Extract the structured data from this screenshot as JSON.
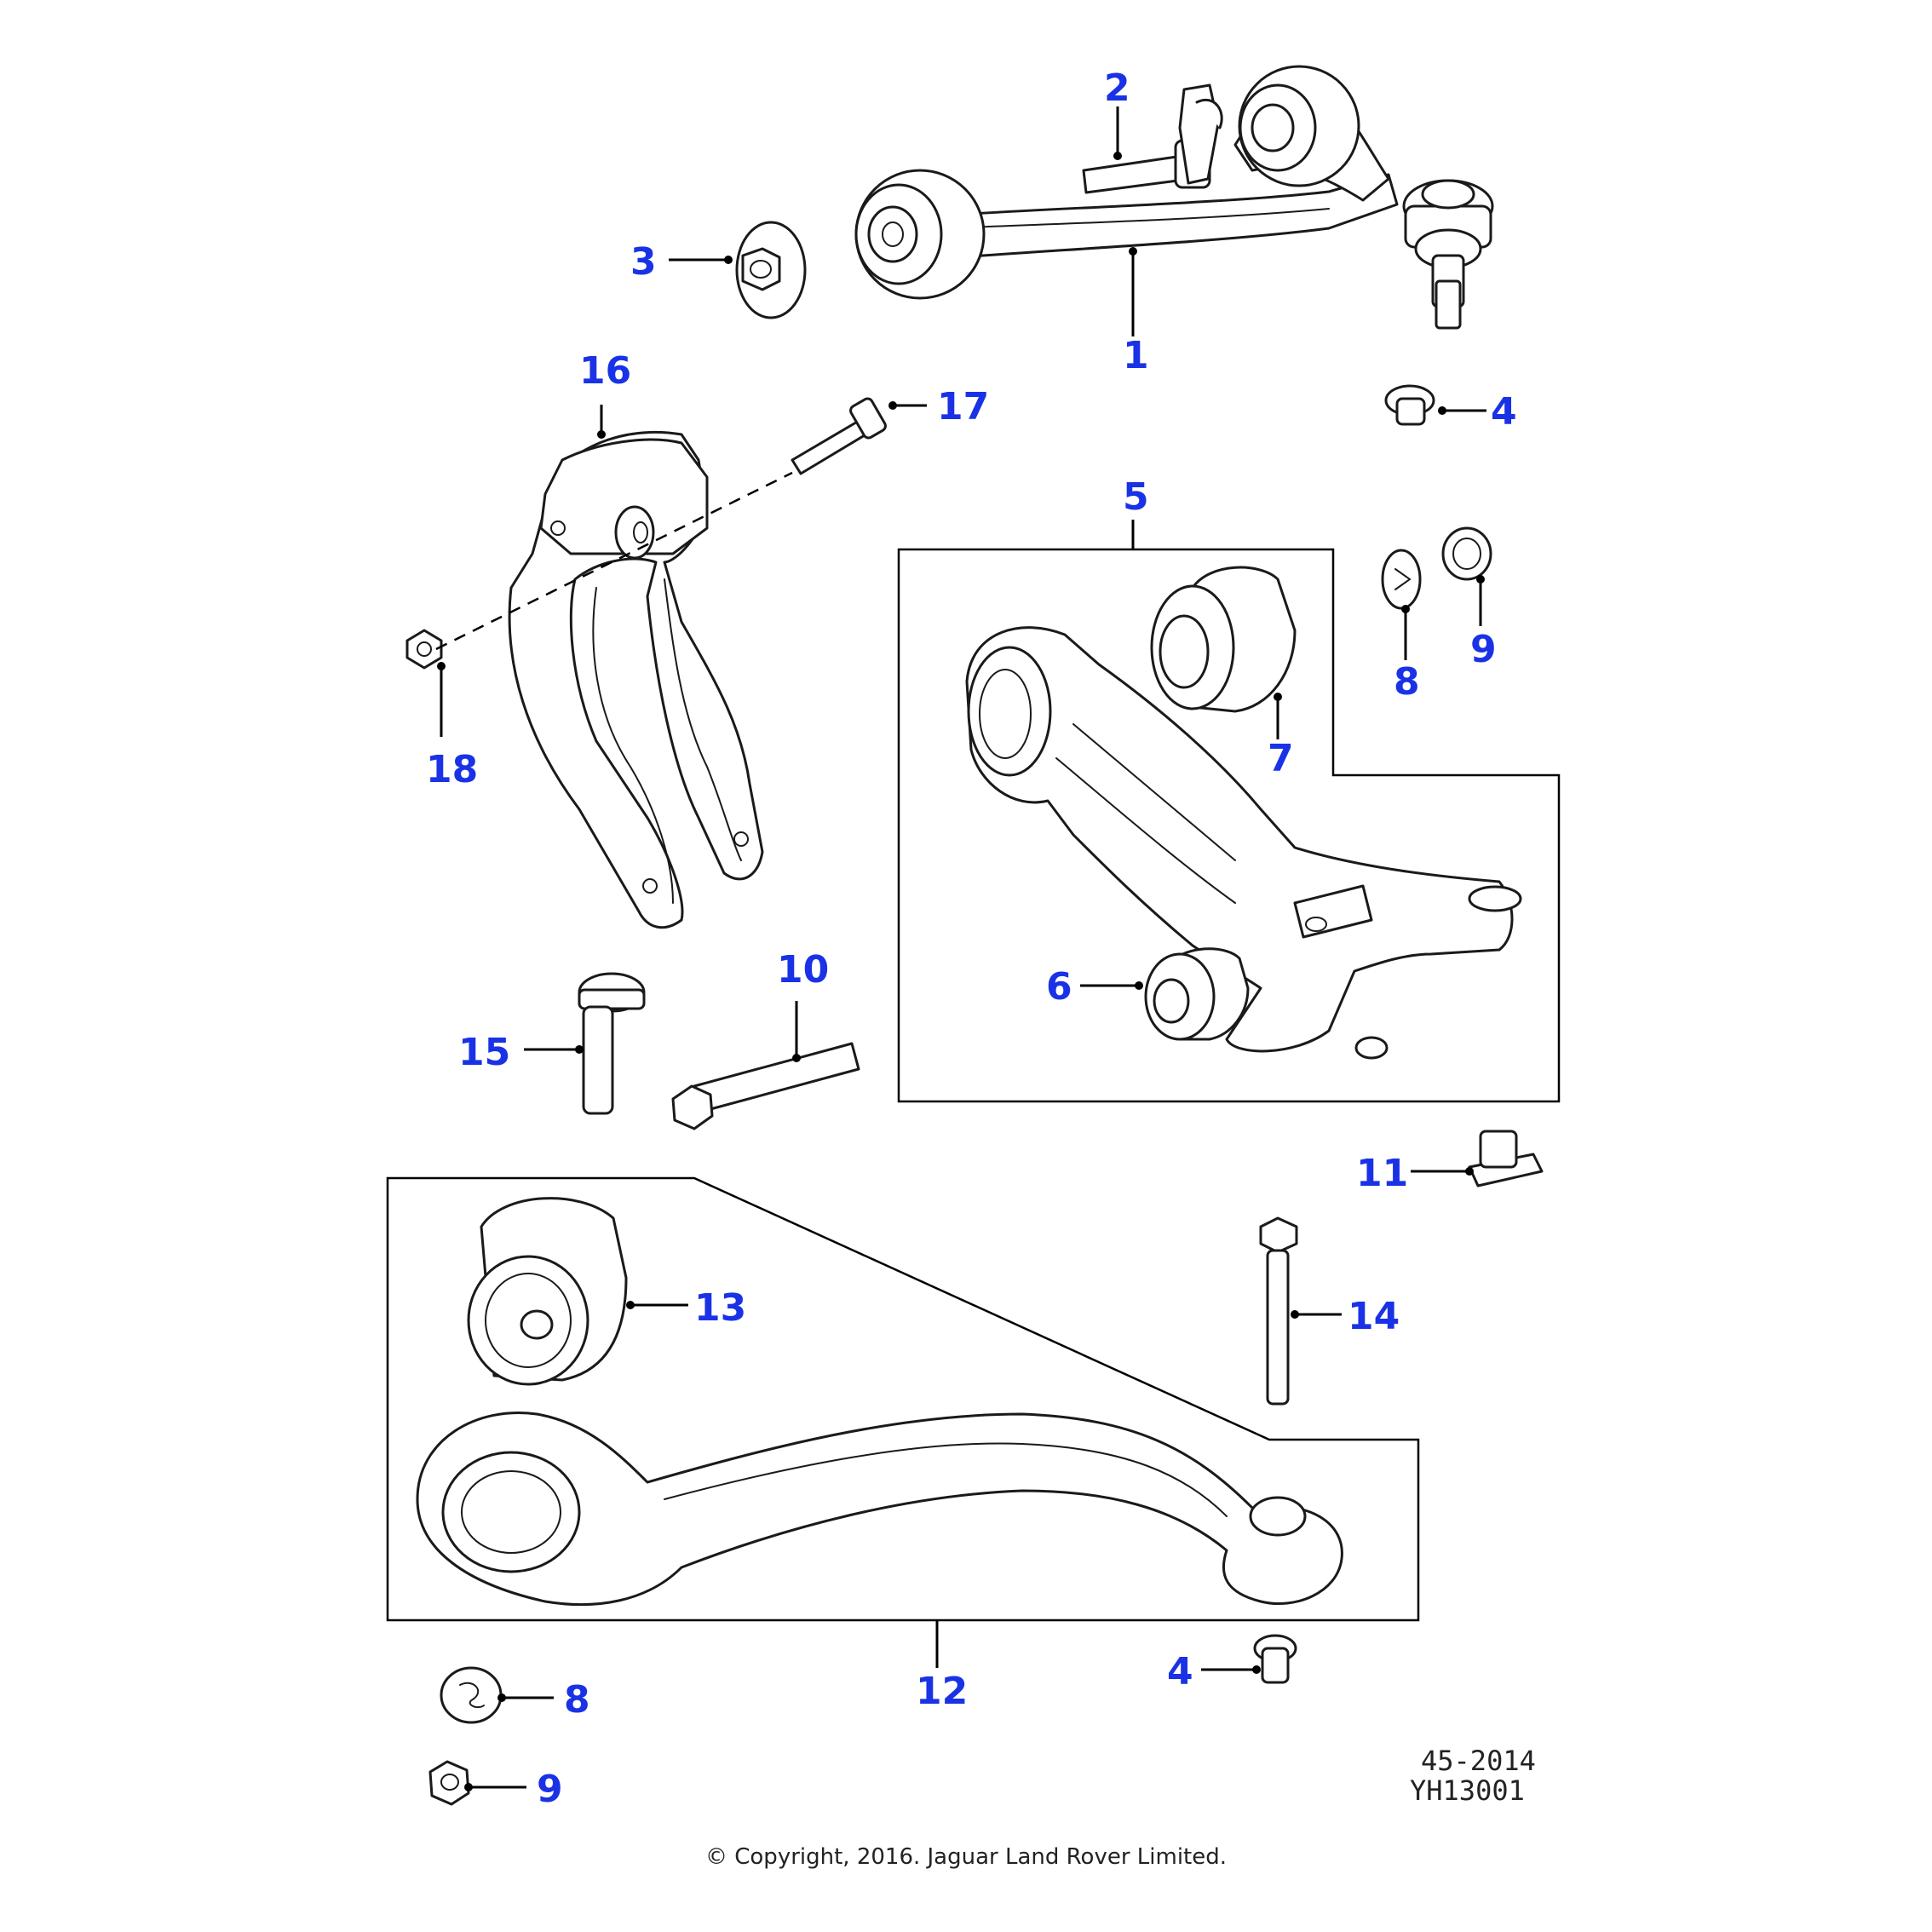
{
  "callouts": [
    "1",
    "2",
    "3",
    "4",
    "5",
    "6",
    "7",
    "8",
    "9",
    "10",
    "11",
    "12",
    "13",
    "14",
    "15",
    "16",
    "17",
    "18"
  ],
  "callout_color": "#1a32e6",
  "reference": {
    "line1": "45-2014",
    "line2": "YH13001"
  },
  "copyright": "© Copyright, 2016. Jaguar Land Rover Limited."
}
